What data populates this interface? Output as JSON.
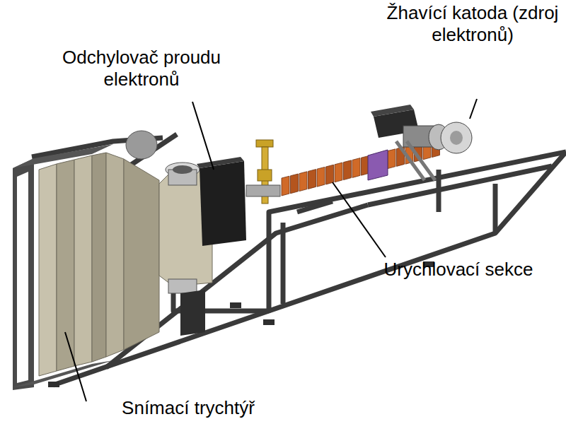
{
  "diagram": {
    "labels": [
      "Odchylovač proudu elektronů",
      "Žhavící katoda (zdroj elektronů)",
      "Urychlovací sekce",
      "Snímací trychtýř"
    ]
  }
}
